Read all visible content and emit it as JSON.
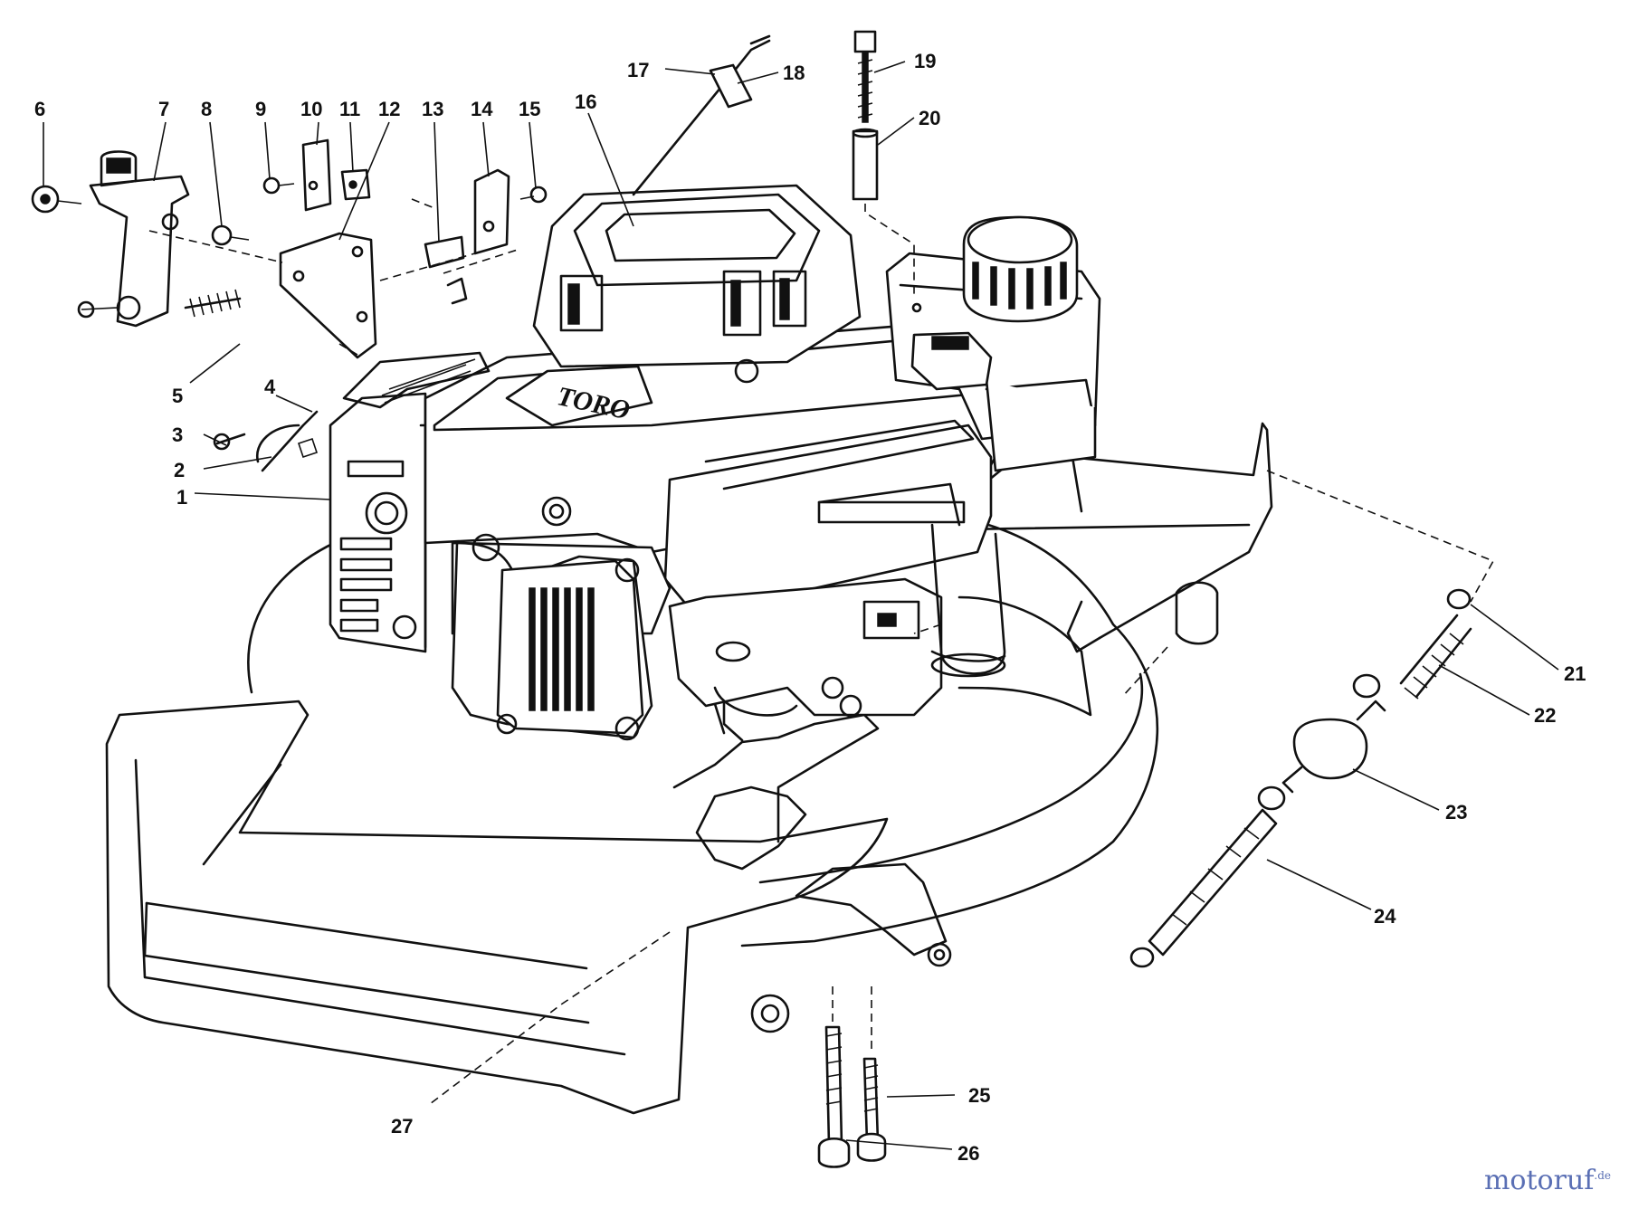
{
  "brand_text": "TORO",
  "watermark": {
    "name": "motoruf",
    "tld": ".de"
  },
  "colors": {
    "line": "#111111",
    "background": "#ffffff",
    "watermark_primary": "#5a6fb4",
    "watermark_accent": "#d08a2c"
  },
  "callouts": [
    "1",
    "2",
    "3",
    "4",
    "5",
    "6",
    "7",
    "8",
    "9",
    "10",
    "11",
    "12",
    "13",
    "14",
    "15",
    "16",
    "17",
    "18",
    "19",
    "20",
    "21",
    "22",
    "23",
    "24",
    "25",
    "26",
    "27"
  ]
}
